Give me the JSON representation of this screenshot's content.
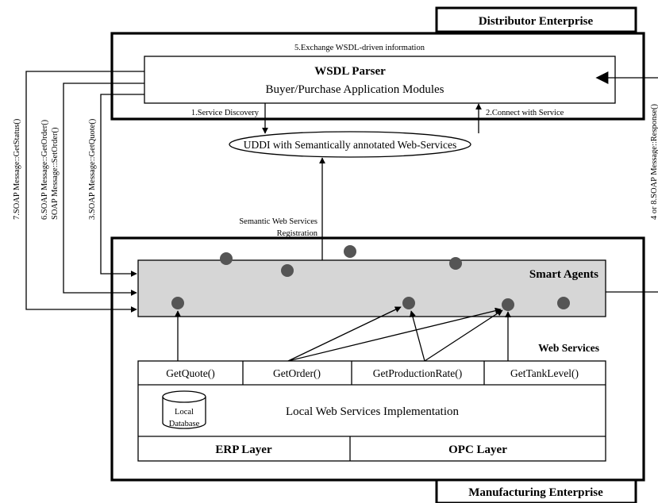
{
  "distributor": {
    "label": "Distributor Enterprise",
    "exchange_note": "5.Exchange WSDL-driven information",
    "parser_title": "WSDL Parser",
    "parser_subtitle": "Buyer/Purchase Application Modules"
  },
  "uddi": {
    "label": "UDDI with Semantically annotated Web-Services",
    "service_discovery": "1.Service Discovery",
    "connect_with_service": "2.Connect with Service",
    "registration_line1": "Semantic Web Services",
    "registration_line2": "Registration"
  },
  "soap_messages": {
    "get_status": "7.SOAP Message::GetStatus()",
    "get_order": "6.SOAP Message::GetOrder()",
    "set_order": "SOAP Message::SetOrder()",
    "get_quote": "3.SOAP Message::GetQuote()",
    "response": "4 or 8.SOAP Message::Response()"
  },
  "manufacturing": {
    "label": "Manufacturing Enterprise",
    "smart_agents": "Smart Agents",
    "web_services_label": "Web Services",
    "services": [
      "GetQuote()",
      "GetOrder()",
      "GetProductionRate()",
      "GetTankLevel()"
    ],
    "local_db_line1": "Local",
    "local_db_line2": "Database",
    "implementation": "Local Web Services Implementation",
    "erp_layer": "ERP Layer",
    "opc_layer": "OPC Layer"
  },
  "colors": {
    "agents_fill": "#d6d6d6",
    "agent_dot": "#555555",
    "line": "#000000"
  }
}
